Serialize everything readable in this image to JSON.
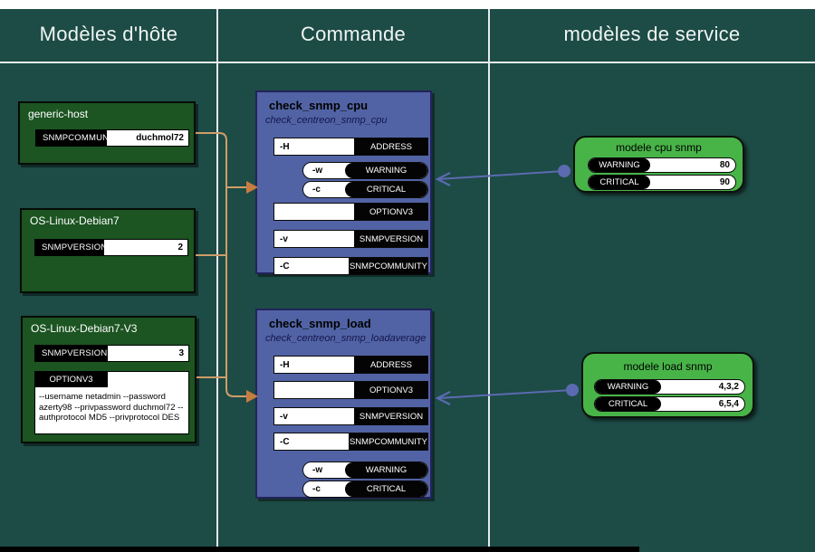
{
  "header": {
    "columns": [
      {
        "label": "Modèles d'hôte"
      },
      {
        "label": "Commande"
      },
      {
        "label": "modèles de service"
      }
    ]
  },
  "host_templates": [
    {
      "title": "generic-host",
      "fields": [
        {
          "label": "SNMPCOMMUNITY",
          "value": "duchmol72"
        }
      ]
    },
    {
      "title": "OS-Linux-Debian7",
      "fields": [
        {
          "label": "SNMPVERSION",
          "value": "2"
        }
      ]
    },
    {
      "title": "OS-Linux-Debian7-V3",
      "fields": [
        {
          "label": "SNMPVERSION",
          "value": "3"
        }
      ],
      "option": {
        "label": "OPTIONV3",
        "value": "--username netadmin --password azerty98 --privpassword duchmol72 --authprotocol MD5 --privprotocol DES"
      }
    }
  ],
  "commands": [
    {
      "title": "check_snmp_cpu",
      "subtitle": "check_centreon_snmp_cpu",
      "rows": [
        {
          "flag": "-H",
          "label": "ADDRESS"
        },
        {
          "flag": "-w",
          "label": "WARNING"
        },
        {
          "flag": "-c",
          "label": "CRITICAL"
        },
        {
          "flag": "",
          "label": "OPTIONV3"
        },
        {
          "flag": "-v",
          "label": "SNMPVERSION"
        },
        {
          "flag": "-C",
          "label": "SNMPCOMMUNITY"
        }
      ]
    },
    {
      "title": "check_snmp_load",
      "subtitle": "check_centreon_snmp_loadaverage",
      "rows": [
        {
          "flag": "-H",
          "label": "ADDRESS"
        },
        {
          "flag": "",
          "label": "OPTIONV3"
        },
        {
          "flag": "-v",
          "label": "SNMPVERSION"
        },
        {
          "flag": "-C",
          "label": "SNMPCOMMUNITY"
        },
        {
          "flag": "-w",
          "label": "WARNING"
        },
        {
          "flag": "-c",
          "label": "CRITICAL"
        }
      ]
    }
  ],
  "service_templates": [
    {
      "title": "modele cpu snmp",
      "rows": [
        {
          "label": "WARNING",
          "value": "80"
        },
        {
          "label": "CRITICAL",
          "value": "90"
        }
      ]
    },
    {
      "title": "modele load snmp",
      "rows": [
        {
          "label": "WARNING",
          "value": "4,3,2"
        },
        {
          "label": "CRITICAL",
          "value": "6,5,4"
        }
      ]
    }
  ],
  "colors": {
    "background": "#1d4b45",
    "divider": "#e4edeb",
    "host_box": "#1c5422",
    "command_box": "#5163a4",
    "command_border": "#23235c",
    "service_box": "#48b448",
    "wire_host": "#cf9d68",
    "wire_arrow": "#c97c41",
    "wire_service": "#5b6ab1"
  }
}
